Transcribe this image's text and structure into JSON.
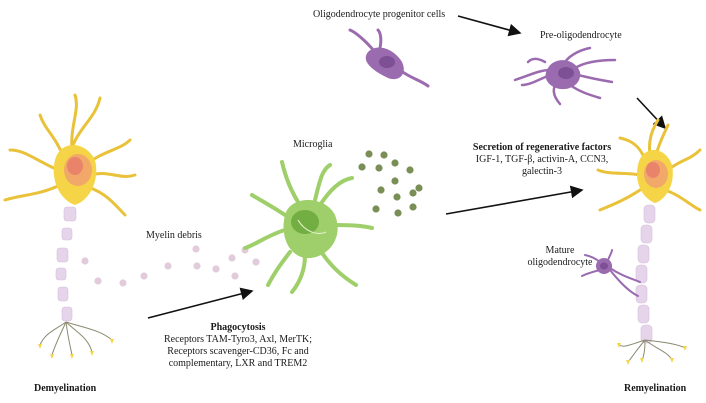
{
  "labels": {
    "opc": "Oligodendrocyte progenitor cells",
    "pre_oligo": "Pre-oligodendrocyte",
    "microglia": "Microglia",
    "myelin_debris": "Myelin debris",
    "mature_oligo_line1": "Mature",
    "mature_oligo_line2": "oligodendrocyte",
    "demyelination": "Demyelination",
    "remyelination": "Remyelination"
  },
  "secretion": {
    "title": "Secretion of regenerative factors",
    "line1": "IGF-1, TGF-β, activin-A, CCN3,",
    "line2": "galectin-3"
  },
  "phagocytosis": {
    "title": "Phagocytosis",
    "line1": "Receptors TAM-Tyro3, Axl, MerTK;",
    "line2": "Receptors scavenger-CD36, Fc and",
    "line3": "complementary, LXR and TREM2"
  },
  "colors": {
    "neuron_body": "#f5d547",
    "neuron_nucleus": "#f0a070",
    "myelin": "#e6d5ea",
    "oligodendrocyte": "#9b6bb0",
    "microglia": "#9fcf6a",
    "microglia_dark": "#6aa83a",
    "regen_dots": "#7a8f55",
    "debris_dots": "#e2ccdc",
    "arrow": "#111111"
  }
}
